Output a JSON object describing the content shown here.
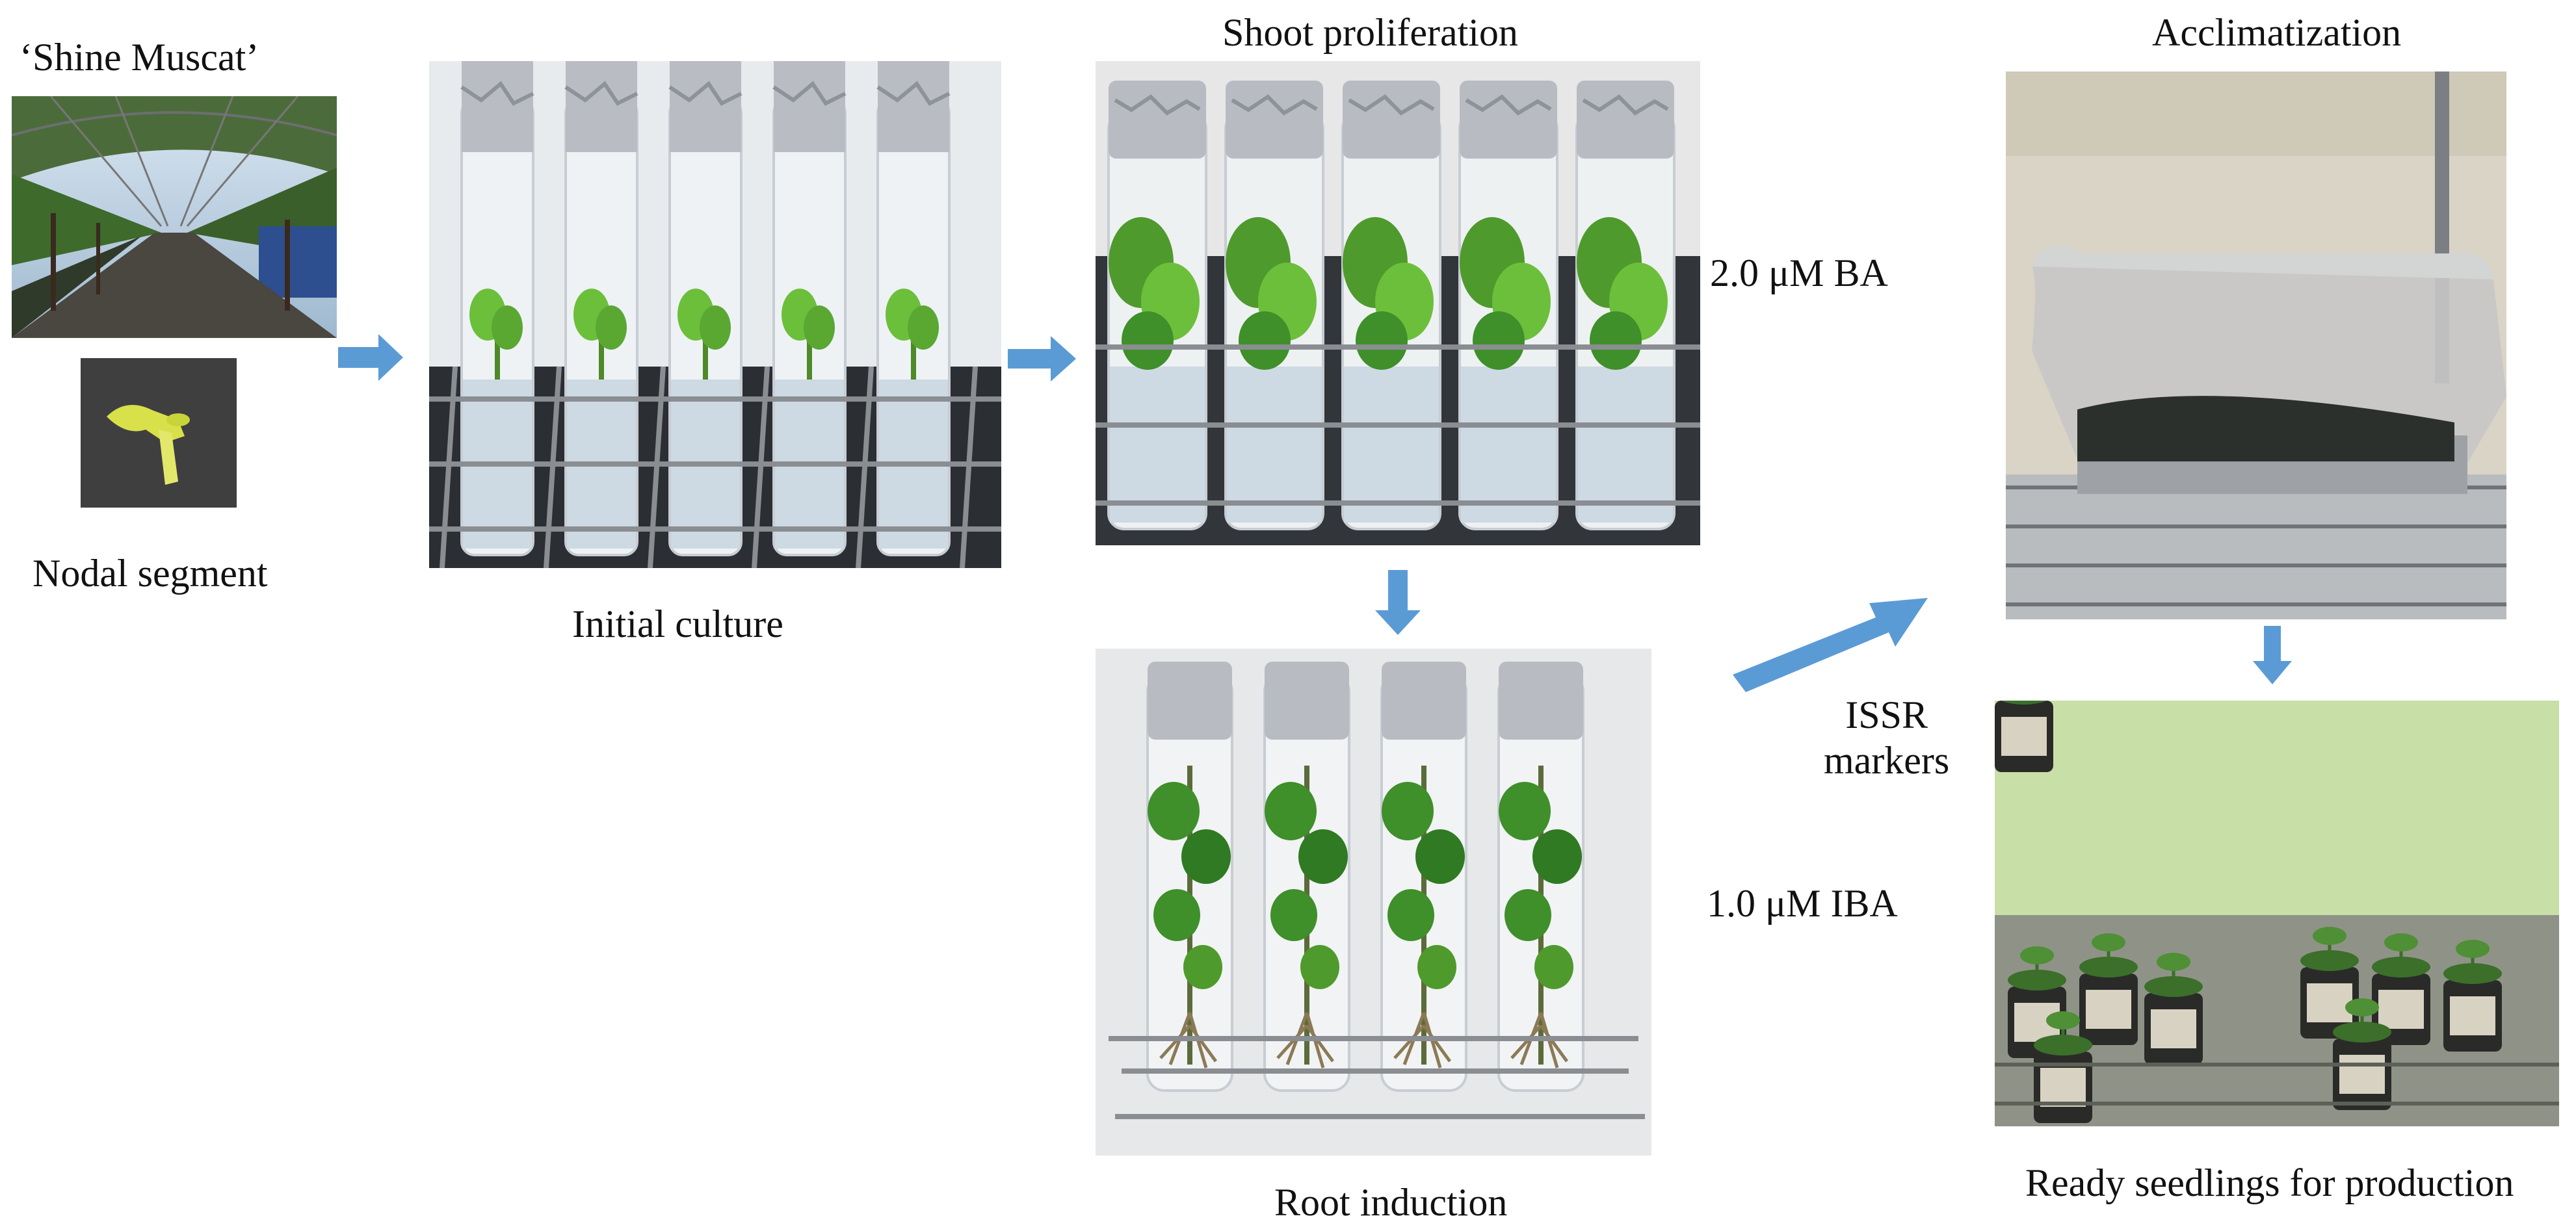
{
  "labels": {
    "cultivar": "‘Shine Muscat’",
    "nodal": "Nodal segment",
    "initial": "Initial culture",
    "shoot": "Shoot proliferation",
    "ba": "2.0 μM BA",
    "root": "Root induction",
    "iba": "1.0 μM IBA",
    "issr_line1": "ISSR",
    "issr_line2": "markers",
    "accl": "Acclimatization",
    "ready": "Ready seedlings for production"
  },
  "colors": {
    "arrow": "#5b9bd5",
    "leaf": "#3f8f2a",
    "leaf_light": "#6cbf3a",
    "foil": "#b8bcc2",
    "agar": "#cdd9e3",
    "rack": "#8a8d91"
  },
  "icons": {
    "arrow": "block-arrow",
    "photos": [
      "vineyard-photo",
      "nodal-segment-photo",
      "initial-culture-photo",
      "shoot-proliferation-photo",
      "root-induction-photo",
      "acclimatization-photo",
      "seedlings-photo"
    ]
  }
}
